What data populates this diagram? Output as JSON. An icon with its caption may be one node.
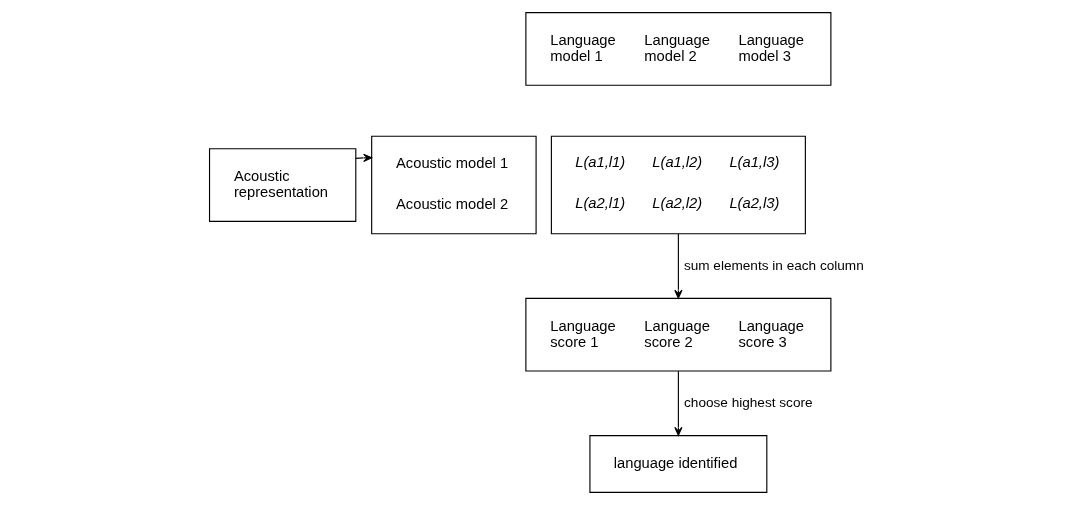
{
  "diagram": {
    "nodes": [
      {
        "text": [
          "Acoustic representation"
        ]
      },
      {
        "text": [
          "Acoustic model 1",
          "Acoustic model 2"
        ]
      },
      {
        "text": [
          "Language model 1",
          "Language model 2",
          "Language model 3"
        ]
      },
      {
        "text": [
          "L(a1,l1)",
          "L(a1,l2)",
          "L(a1,l3)",
          "L(a2,l1)",
          "L(a2,l2)",
          "L(a2,l3)"
        ]
      },
      {
        "text": [
          "Language score 1",
          "Language score 2",
          "Language score 3"
        ]
      },
      {
        "text": [
          "language identified"
        ]
      }
    ],
    "edges": [
      {
        "from": 0,
        "to": 1,
        "arrow": "to"
      },
      {
        "from": 3,
        "to": 4,
        "arrow": "to",
        "label": "sum elements in each column"
      },
      {
        "from": 4,
        "to": 5,
        "arrow": "to",
        "label": "choose highest score"
      }
    ]
  }
}
